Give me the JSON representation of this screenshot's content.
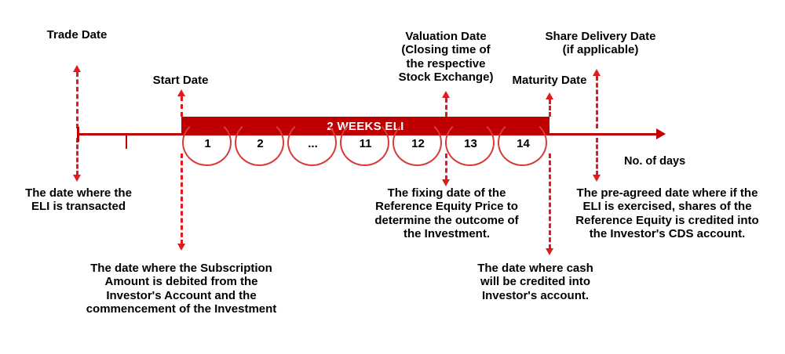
{
  "diagram": {
    "title": "2 Weeks ELI product timeline",
    "banner_label": "2 WEEKS ELI",
    "axis_label": "No. of days",
    "accent_color": "#C00000",
    "dash_color": "#E01B1B",
    "arc_color": "#D83A3A",
    "text_color": "#000000"
  },
  "days": [
    {
      "label": "1"
    },
    {
      "label": "2"
    },
    {
      "label": "..."
    },
    {
      "label": "11"
    },
    {
      "label": "12"
    },
    {
      "label": "13"
    },
    {
      "label": "14"
    }
  ],
  "milestones": [
    {
      "key": "trade_date",
      "top_label": "Trade Date",
      "bottom_label": "The date where the\nELI is transacted"
    },
    {
      "key": "start_date",
      "top_label": "Start Date",
      "bottom_label": "The date where the Subscription\nAmount is debited from the\nInvestor's Account and the\ncommencement of the Investment"
    },
    {
      "key": "valuation_date",
      "top_label": "Valuation Date\n(Closing time of\nthe respective\nStock Exchange)",
      "bottom_label": "The fixing date of the\nReference Equity Price to\ndetermine the outcome of\nthe Investment."
    },
    {
      "key": "maturity_date",
      "top_label": "Maturity Date",
      "bottom_label": "The date where cash\nwill be credited into\nInvestor's account."
    },
    {
      "key": "share_delivery_date",
      "top_label": "Share Delivery Date\n(if applicable)",
      "bottom_label": "The pre-agreed date where if the\nELI is exercised, shares of the\nReference Equity is credited into\nthe Investor's CDS account."
    }
  ]
}
